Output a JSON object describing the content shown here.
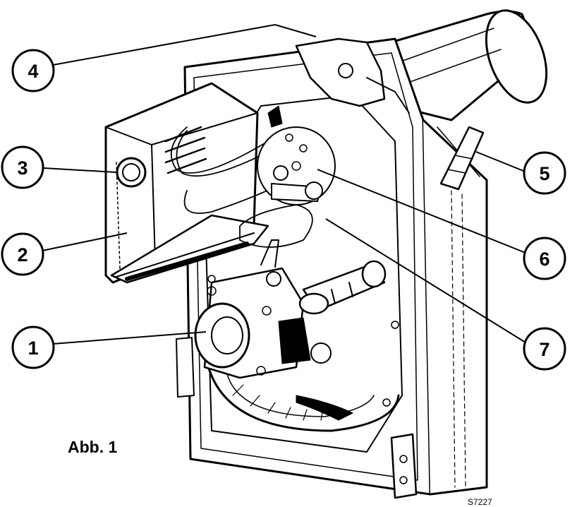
{
  "figure": {
    "caption": "Abb. 1",
    "drawing_id": "S7227"
  },
  "callouts": [
    {
      "number": "1"
    },
    {
      "number": "2"
    },
    {
      "number": "3"
    },
    {
      "number": "4"
    },
    {
      "number": "5"
    },
    {
      "number": "6"
    },
    {
      "number": "7"
    }
  ]
}
